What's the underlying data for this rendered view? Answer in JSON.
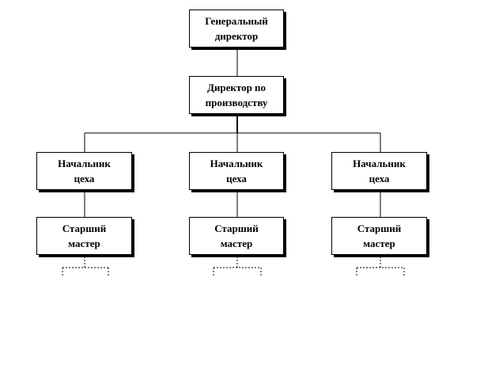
{
  "diagram": {
    "ceo": {
      "line1": "Генеральный",
      "line2": "директор"
    },
    "production_director": {
      "line1": "Директор по",
      "line2": "производству"
    },
    "departments": [
      {
        "head": {
          "line1": "Начальник",
          "line2": "цеха"
        },
        "foreman": {
          "line1": "Старший",
          "line2": "мастер"
        }
      },
      {
        "head": {
          "line1": "Начальник",
          "line2": "цеха"
        },
        "foreman": {
          "line1": "Старший",
          "line2": "мастер"
        }
      },
      {
        "head": {
          "line1": "Начальник",
          "line2": "цеха"
        },
        "foreman": {
          "line1": "Старший",
          "line2": "мастер"
        }
      }
    ]
  }
}
